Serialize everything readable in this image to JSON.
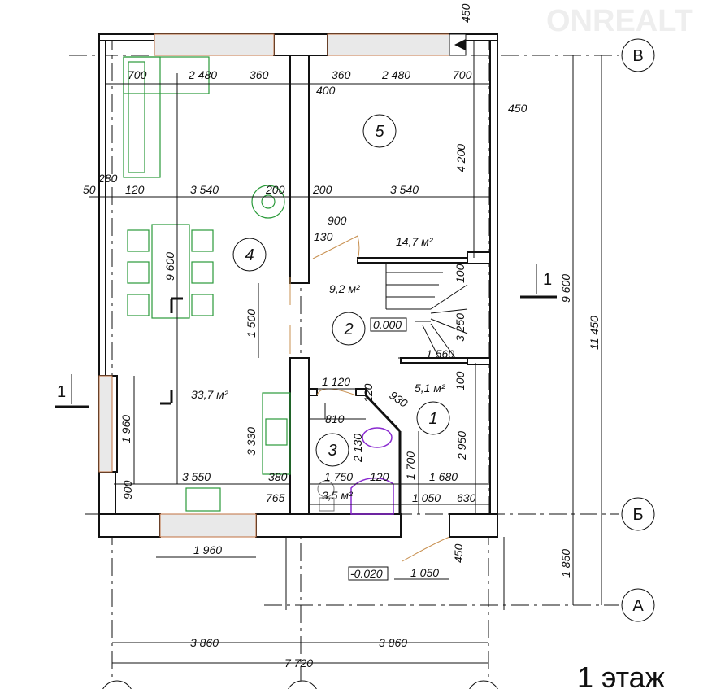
{
  "title": "1 этаж",
  "watermark": "ONREALT",
  "axes": {
    "v": "В",
    "b": "Б",
    "a": "А"
  },
  "rooms": [
    {
      "num": "1",
      "area": "5,1 м²"
    },
    {
      "num": "2",
      "area": "9,2 м²"
    },
    {
      "num": "3",
      "area": "3,5 м²"
    },
    {
      "num": "4",
      "area": "33,7 м²"
    },
    {
      "num": "5",
      "area": "14,7 м²"
    }
  ],
  "levels": {
    "floor": "0.000",
    "porch": "-0.020"
  },
  "section": "1",
  "dims": {
    "top_row": [
      "700",
      "2 480",
      "360",
      "400",
      "360",
      "2 480",
      "700"
    ],
    "top_450": "450",
    "right_450_top": "450",
    "right_4200": "4 200",
    "mid_row": [
      "50",
      "280",
      "120",
      "3 540",
      "200",
      "200",
      "3 540"
    ],
    "d900": "900",
    "d130": "130",
    "d9600_inner": "9 600",
    "d1500": "1 500",
    "d100a": "100",
    "d3250": "3 250",
    "d1560": "1 560",
    "d100b": "100",
    "d1120": "1 120",
    "d120a": "120",
    "d930": "930",
    "d810": "810",
    "d2130": "2 130",
    "d1700": "1 700",
    "d2950": "2 950",
    "d1960_left": "1 960",
    "d3330": "3 330",
    "d3550": "3 550",
    "d380": "380",
    "d1750": "1 750",
    "d120b": "120",
    "d1680": "1 680",
    "d900b": "900",
    "d765": "765",
    "d1050a": "1 050",
    "d630": "630",
    "d450_bottom": "450",
    "d1960_bottom": "1 960",
    "d1050b": "1 050",
    "d9600": "9 600",
    "d11450": "11 450",
    "d1850": "1 850",
    "d3860a": "3 860",
    "d3860b": "3 860",
    "d7720": "7 720"
  }
}
